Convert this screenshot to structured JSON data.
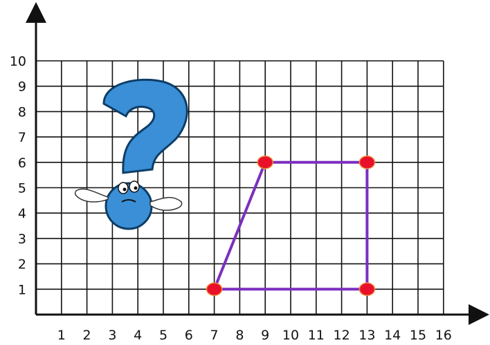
{
  "diagram": {
    "grid": {
      "x_range": [
        0,
        16
      ],
      "y_range": [
        0,
        10
      ],
      "x_tick_labels": [
        "1",
        "2",
        "3",
        "4",
        "5",
        "6",
        "7",
        "8",
        "9",
        "10",
        "11",
        "12",
        "13",
        "14",
        "15",
        "16"
      ],
      "y_tick_labels": [
        "1",
        "2",
        "3",
        "4",
        "5",
        "6",
        "7",
        "8",
        "9",
        "10"
      ],
      "grid_lines": true
    },
    "shape": {
      "type": "trapezoid",
      "stroke_color": "#7b2fbf",
      "vertices": [
        {
          "x": 7,
          "y": 1
        },
        {
          "x": 9,
          "y": 6
        },
        {
          "x": 13,
          "y": 6
        },
        {
          "x": 13,
          "y": 1
        }
      ],
      "point_color": "#e8102a"
    },
    "mascot": {
      "icon": "question-mark-mascot-icon",
      "body_color": "#3a8fd6"
    }
  }
}
